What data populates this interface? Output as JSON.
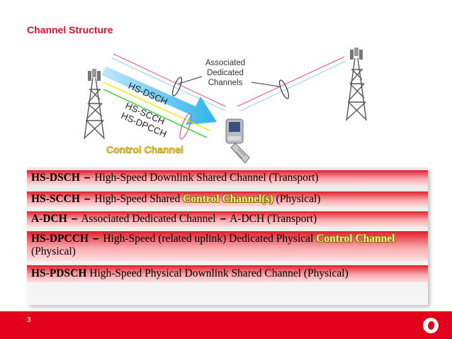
{
  "title": "Channel Structure",
  "diagram": {
    "associated_label": [
      "Associated",
      "Dedicated",
      "Channels"
    ],
    "channels": {
      "hs_dsch": "HS-DSCH",
      "hs_scch": "HS-SCCH",
      "hs_dpcch": "HS-DPCCH"
    },
    "control_channel_label": "Control Channel",
    "colors": {
      "dsch_arrow": "#4fc3f0",
      "scch_line": "#f5e700",
      "dpcch_line": "#2fcf2f",
      "dedicated_line": "#f24b87",
      "dedicated_line_blue": "#8fd3ee",
      "control_text": "#f5d94a"
    },
    "icons": [
      "cell-tower-left-icon",
      "cell-tower-right-icon",
      "mobile-phone-icon"
    ]
  },
  "definitions": [
    {
      "term": "HS-DSCH",
      "dash": "–",
      "text": "High-Speed Downlink Shared Channel (Transport)"
    },
    {
      "term": "HS-SCCH",
      "dash": "–",
      "pre": "High-Speed Shared ",
      "highlight": "Control Channel(s)",
      "post": " (Physical)"
    },
    {
      "term": "A-DCH",
      "dash": "–",
      "text": " Associated Dedicated Channel ",
      "dash2": "–",
      "post": " A-DCH (Transport)"
    },
    {
      "term": "HS-DPCCH",
      "dash": "–",
      "pre": "High-Speed (related uplink) Dedicated Physical ",
      "highlight": "Control Channel",
      "post2": "(Physical)"
    },
    {
      "term": "HS-PDSCH",
      "text": " High-Speed Physical Downlink Shared Channel (Physical)"
    }
  ],
  "footer": {
    "page_number": "3",
    "brand_color": "#e3001b"
  }
}
